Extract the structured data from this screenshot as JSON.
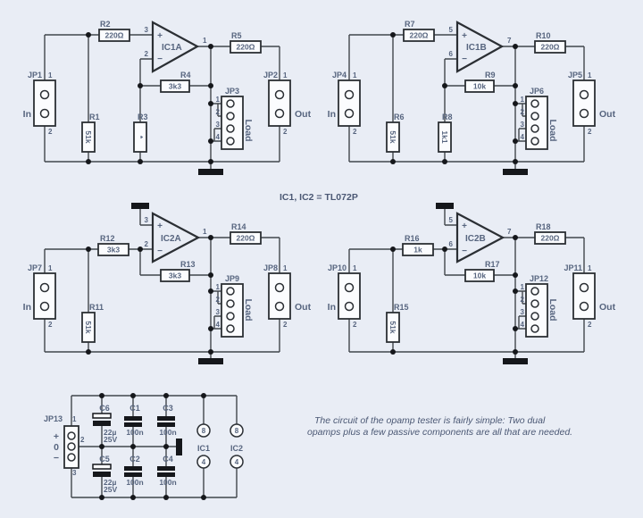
{
  "background": "#e9edf5",
  "colors": {
    "wire": "#41464c",
    "component_outline": "#2b2f34",
    "component_fill": "#fbfcfe",
    "label_text": "#57657f",
    "junction": "#15171b"
  },
  "note": "IC1, IC2 = TL072P",
  "caption": {
    "line1": "The circuit of the opamp tester is fairly simple: Two dual",
    "line2": "opamps plus a few passive components are all that are needed."
  },
  "amps": [
    {
      "opamp": "IC1A",
      "topology": "non-inverting",
      "pin_plus": "3",
      "pin_minus": "2",
      "pin_out": "1",
      "plus_sign": "+",
      "minus_sign": "−",
      "r_series": {
        "name": "R2",
        "value": "220Ω"
      },
      "r_input": {
        "name": "R1",
        "value": "51k"
      },
      "r_gnd": {
        "name": "R3",
        "value": "*"
      },
      "r_fb": {
        "name": "R4",
        "value": "3k3"
      },
      "r_out": {
        "name": "R5",
        "value": "220Ω"
      },
      "jp_in": {
        "name": "JP1",
        "pin_top": "1",
        "pin_bottom": "2",
        "label": "In"
      },
      "jp_out": {
        "name": "JP2",
        "pin_top": "1",
        "pin_bottom": "2",
        "label": "Out"
      },
      "jp_load": {
        "name": "JP3",
        "pins": [
          "1",
          "2",
          "3",
          "4"
        ],
        "label": "Load"
      }
    },
    {
      "opamp": "IC1B",
      "topology": "non-inverting",
      "pin_plus": "5",
      "pin_minus": "6",
      "pin_out": "7",
      "plus_sign": "+",
      "minus_sign": "−",
      "r_series": {
        "name": "R7",
        "value": "220Ω"
      },
      "r_input": {
        "name": "R6",
        "value": "51k"
      },
      "r_gnd": {
        "name": "R8",
        "value": "1k1"
      },
      "r_fb": {
        "name": "R9",
        "value": "10k"
      },
      "r_out": {
        "name": "R10",
        "value": "220Ω"
      },
      "jp_in": {
        "name": "JP4",
        "pin_top": "1",
        "pin_bottom": "2",
        "label": "In"
      },
      "jp_out": {
        "name": "JP5",
        "pin_top": "1",
        "pin_bottom": "2",
        "label": "Out"
      },
      "jp_load": {
        "name": "JP6",
        "pins": [
          "1",
          "2",
          "3",
          "4"
        ],
        "label": "Load"
      }
    },
    {
      "opamp": "IC2A",
      "topology": "inverting",
      "pin_plus": "3",
      "pin_minus": "2",
      "pin_out": "1",
      "plus_sign": "+",
      "minus_sign": "−",
      "r_series": {
        "name": "R12",
        "value": "3k3"
      },
      "r_input": {
        "name": "R11",
        "value": "51k"
      },
      "r_fb": {
        "name": "R13",
        "value": "3k3"
      },
      "r_out": {
        "name": "R14",
        "value": "220Ω"
      },
      "jp_in": {
        "name": "JP7",
        "pin_top": "1",
        "pin_bottom": "2",
        "label": "In"
      },
      "jp_out": {
        "name": "JP8",
        "pin_top": "1",
        "pin_bottom": "2",
        "label": "Out"
      },
      "jp_load": {
        "name": "JP9",
        "pins": [
          "1",
          "2",
          "3",
          "4"
        ],
        "label": "Load"
      }
    },
    {
      "opamp": "IC2B",
      "topology": "inverting",
      "pin_plus": "5",
      "pin_minus": "6",
      "pin_out": "7",
      "plus_sign": "+",
      "minus_sign": "−",
      "r_series": {
        "name": "R16",
        "value": "1k"
      },
      "r_input": {
        "name": "R15",
        "value": "51k"
      },
      "r_fb": {
        "name": "R17",
        "value": "10k"
      },
      "r_out": {
        "name": "R18",
        "value": "220Ω"
      },
      "jp_in": {
        "name": "JP10",
        "pin_top": "1",
        "pin_bottom": "2",
        "label": "In"
      },
      "jp_out": {
        "name": "JP11",
        "pin_top": "1",
        "pin_bottom": "2",
        "label": "Out"
      },
      "jp_load": {
        "name": "JP12",
        "pins": [
          "1",
          "2",
          "3",
          "4"
        ],
        "label": "Load"
      }
    }
  ],
  "power": {
    "jp13": {
      "name": "JP13",
      "pin1": "1",
      "pin2": "2",
      "pin3": "3",
      "plus": "+",
      "zero": "0",
      "minus": "−"
    },
    "c6": {
      "name": "C6",
      "value": "22µ",
      "voltage": "25V"
    },
    "c1": {
      "name": "C1",
      "value": "100n"
    },
    "c3": {
      "name": "C3",
      "value": "100n"
    },
    "c5": {
      "name": "C5",
      "value": "22µ",
      "voltage": "25V"
    },
    "c2": {
      "name": "C2",
      "value": "100n"
    },
    "c4": {
      "name": "C4",
      "value": "100n"
    },
    "ic1": {
      "name": "IC1",
      "pin_vplus": "8",
      "pin_vminus": "4"
    },
    "ic2": {
      "name": "IC2",
      "pin_vplus": "8",
      "pin_vminus": "4"
    }
  }
}
